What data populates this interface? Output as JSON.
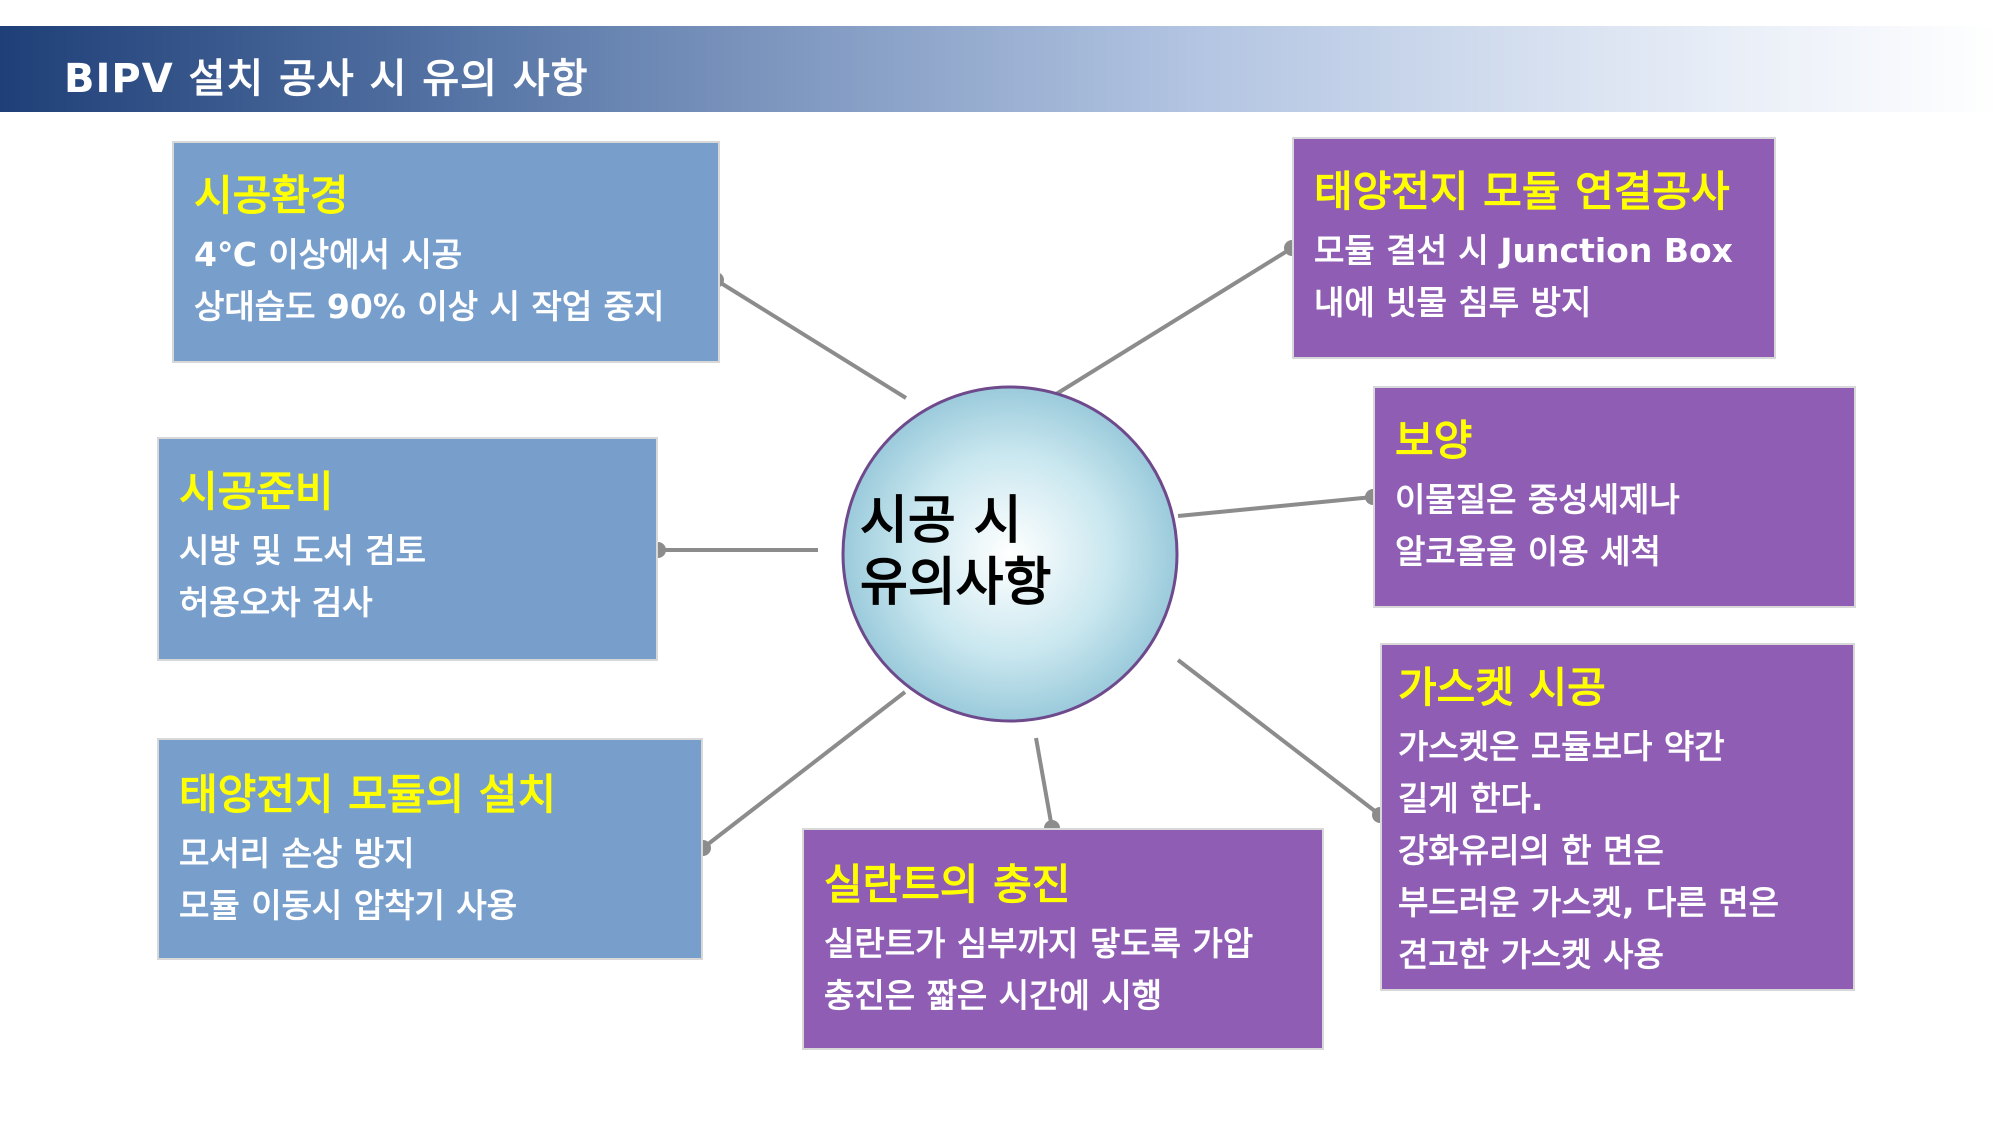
{
  "title": "BIPV 설치 공사 시 유의 사항",
  "hub": {
    "line1": "시공 시",
    "line2": "유의사항"
  },
  "colors": {
    "blue_box": "#789fcc",
    "purple_box": "#8f5db4",
    "heading": "#ffff00",
    "connector": "#8c8c8c"
  },
  "boxes": {
    "env": {
      "heading": "시공환경",
      "lines": [
        "4℃ 이상에서 시공",
        "상대습도 90% 이상 시 작업 중지"
      ]
    },
    "prep": {
      "heading": "시공준비",
      "lines": [
        "시방 및 도서 검토",
        "허용오차 검사"
      ]
    },
    "install": {
      "heading": "태양전지 모듈의 설치",
      "lines": [
        "모서리 손상 방지",
        "모듈 이동시 압착기 사용"
      ]
    },
    "sealant": {
      "heading": "실란트의 충진",
      "lines": [
        "실란트가 심부까지 닿도록 가압",
        "충진은 짧은 시간에 시행"
      ]
    },
    "gasket": {
      "heading": "가스켓 시공",
      "lines": [
        "가스켓은 모듈보다 약간",
        "길게 한다.",
        "강화유리의 한 면은",
        "부드러운 가스켓, 다른 면은",
        "견고한 가스켓 사용"
      ]
    },
    "cure": {
      "heading": "보양",
      "lines": [
        "이물질은 중성세제나",
        "알코올을 이용 세척"
      ]
    },
    "connect": {
      "heading": "태양전지 모듈 연결공사",
      "lines": [
        "모듈 결선 시 Junction Box",
        "내에 빗물 침투 방지"
      ]
    }
  }
}
